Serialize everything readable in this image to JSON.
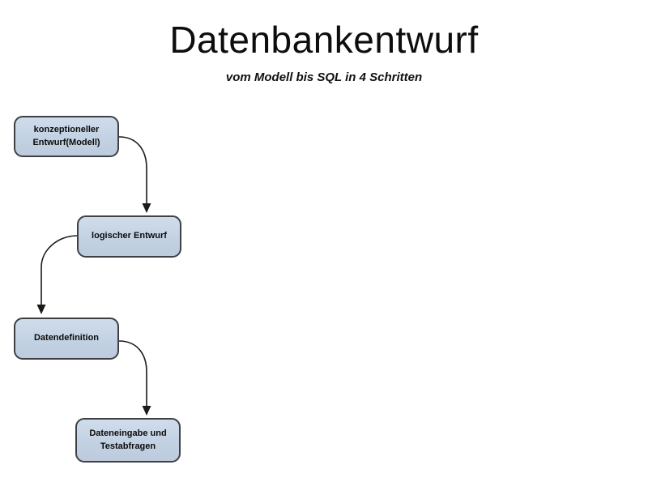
{
  "slide": {
    "title": "Datenbankentwurf",
    "subtitle": "vom Modell bis SQL in 4 Schritten"
  },
  "colors": {
    "box_fill": "#c2d1e2",
    "box_border": "#3f4045",
    "arrow": "#1a1a1a",
    "background": "#ffffff",
    "text": "#0d0d0d"
  },
  "nodes": [
    {
      "id": "konzeptioneller-entwurf",
      "label": "konzeptioneller Entwurf(Modell)",
      "lines": [
        "konzeptioneller",
        "Entwurf(Modell)"
      ]
    },
    {
      "id": "logischer-entwurf",
      "label": "logischer Entwurf",
      "lines": [
        "logischer Entwurf"
      ]
    },
    {
      "id": "datendefinition",
      "label": "Datendefinition",
      "lines": [
        "Datendefinition"
      ]
    },
    {
      "id": "dateneingabe-testabfragen",
      "label": "Dateneingabe und Testabfragen",
      "lines": [
        "Dateneingabe und",
        "Testabfragen"
      ]
    }
  ],
  "edges": [
    {
      "from": "konzeptioneller-entwurf",
      "to": "logischer-entwurf"
    },
    {
      "from": "logischer-entwurf",
      "to": "datendefinition"
    },
    {
      "from": "datendefinition",
      "to": "dateneingabe-testabfragen"
    }
  ]
}
